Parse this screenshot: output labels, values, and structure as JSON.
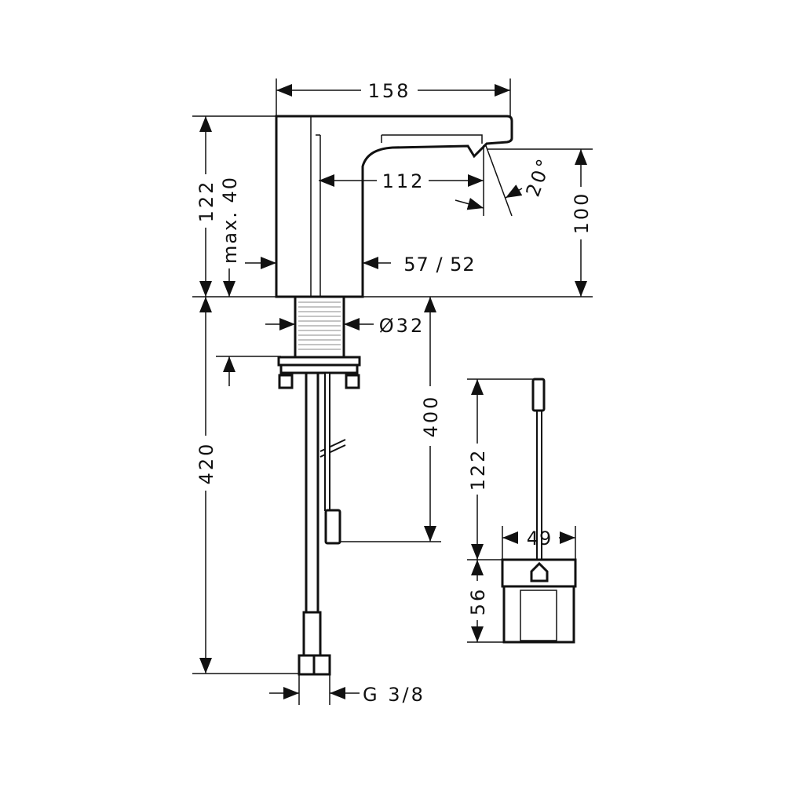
{
  "drawing": {
    "dimensions": {
      "width_top": "158",
      "spout_reach": "112",
      "spout_angle": "20°",
      "body_height": "122",
      "max_deck": "max. 40",
      "body_depth": "57 / 52",
      "spout_height": "100",
      "shank_diameter": "Ø32",
      "cable_length": "400",
      "hose_length": "420",
      "box_cable": "122",
      "box_width": "49",
      "box_height": "56",
      "connection": "G 3/8"
    }
  }
}
